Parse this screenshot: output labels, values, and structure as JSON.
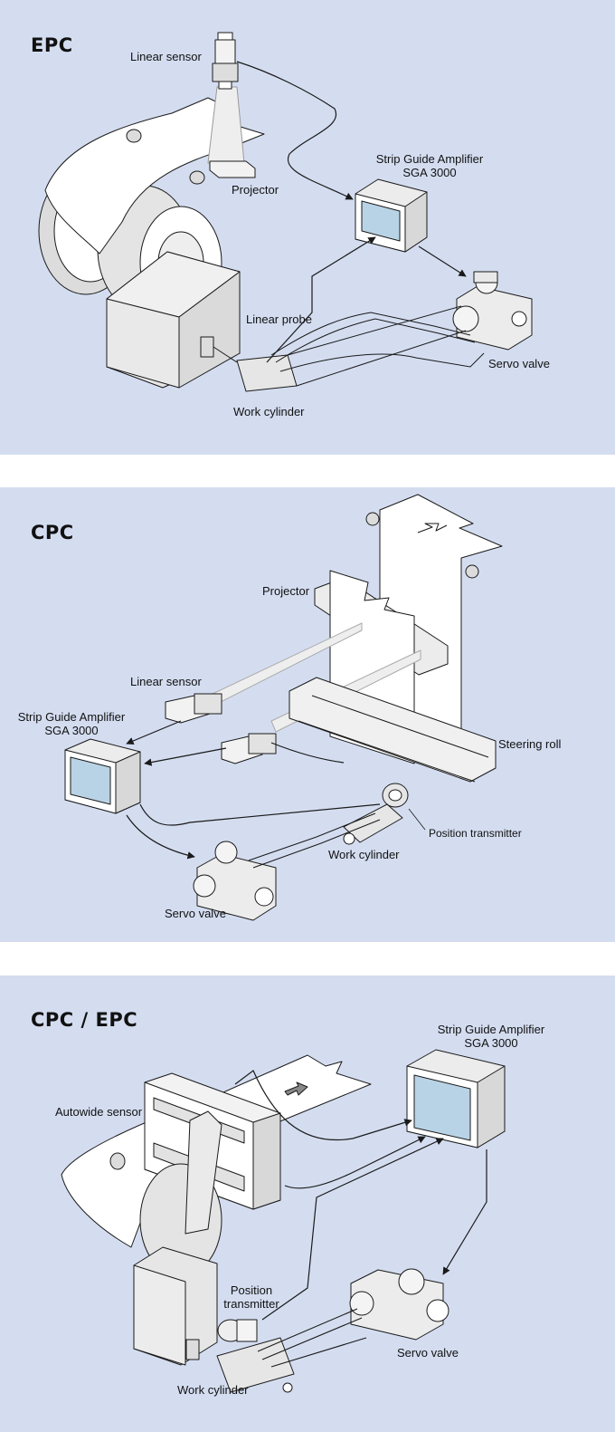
{
  "panels": {
    "epc": {
      "title": "EPC",
      "labels": {
        "linear_sensor": "Linear sensor",
        "projector": "Projector",
        "amplifier_line1": "Strip Guide Amplifier",
        "amplifier_line2": "SGA 3000",
        "linear_probe": "Linear probe",
        "servo_valve": "Servo valve",
        "work_cylinder": "Work cylinder"
      }
    },
    "cpc": {
      "title": "CPC",
      "labels": {
        "projector": "Projector",
        "linear_sensor": "Linear sensor",
        "amplifier_line1": "Strip Guide Amplifier",
        "amplifier_line2": "SGA 3000",
        "steering_roll": "Steering roll",
        "position_transmitter": "Position transmitter",
        "work_cylinder": "Work cylinder",
        "servo_valve": "Servo valve"
      }
    },
    "cpcepc": {
      "title": "CPC / EPC",
      "labels": {
        "amplifier_line1": "Strip Guide Amplifier",
        "amplifier_line2": "SGA 3000",
        "autowide_sensor": "Autowide sensor",
        "position_transmitter_line1": "Position",
        "position_transmitter_line2": "transmitter",
        "servo_valve": "Servo valve",
        "work_cylinder": "Work cylinder"
      }
    }
  },
  "colors": {
    "panel_background": "#d4ddf0",
    "page_background": "#ffffff",
    "line": "#1a1a1a",
    "device_grey": "#e2e2e2",
    "display_blue": "#b9d3e6",
    "beam": "#f1f1f1"
  }
}
